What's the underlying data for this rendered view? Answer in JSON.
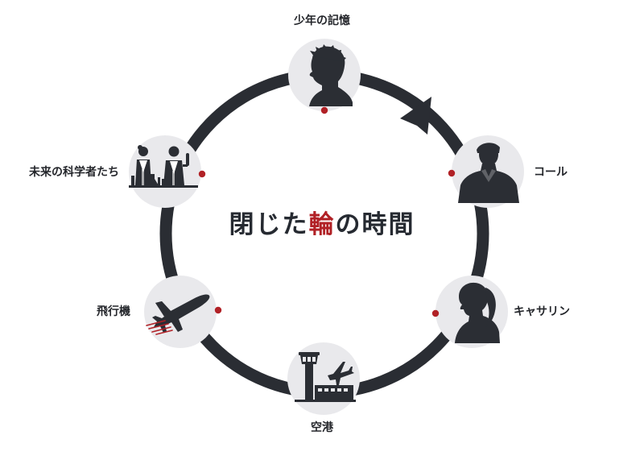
{
  "title": {
    "before": "閉じた",
    "accent": "輪",
    "after": "の時間"
  },
  "nodes": [
    {
      "label": "少年の記憶",
      "icon": "boy-silhouette-icon"
    },
    {
      "label": "コール",
      "icon": "man-in-jacket-silhouette-icon"
    },
    {
      "label": "キャサリン",
      "icon": "woman-ponytail-silhouette-icon"
    },
    {
      "label": "空港",
      "icon": "airport-tower-and-plane-icon"
    },
    {
      "label": "飛行機",
      "icon": "airplane-icon"
    },
    {
      "label": "未来の科学者たち",
      "icon": "scientists-in-lab-icon"
    }
  ],
  "colors": {
    "ring": "#2a2d33",
    "node_fill": "#e9e9ec",
    "silhouette": "#2b2e34",
    "accent": "#b12126",
    "text": "#24262b"
  }
}
